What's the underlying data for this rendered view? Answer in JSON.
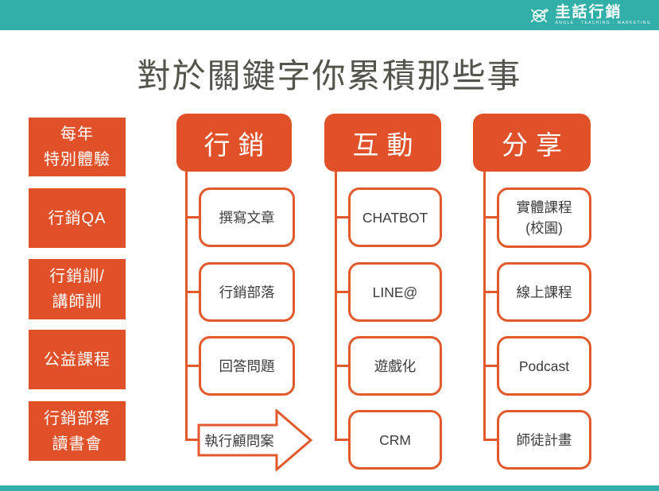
{
  "colors": {
    "teal": "#33AFA9",
    "orange": "#E0512A",
    "orange_line": "#E25A2C",
    "title_text": "#53544B",
    "box_text": "#3C3C3C"
  },
  "logo": {
    "icon": "turtle-icon",
    "name": "圭話行銷",
    "tagline": "ANGLE · TEACHING · MARKETING"
  },
  "title": "對於關鍵字你累積那些事",
  "left_items": [
    {
      "lines": [
        "每年",
        "特別體驗"
      ]
    },
    {
      "lines": [
        "行銷QA"
      ]
    },
    {
      "lines": [
        "行銷訓/",
        "講師訓"
      ]
    },
    {
      "lines": [
        "公益課程"
      ]
    },
    {
      "lines": [
        "行銷部落",
        "讀書會"
      ]
    }
  ],
  "columns": [
    {
      "header": "行銷",
      "items": [
        {
          "type": "box",
          "lines": [
            "撰寫文章"
          ]
        },
        {
          "type": "box",
          "lines": [
            "行銷部落"
          ]
        },
        {
          "type": "box",
          "lines": [
            "回答問題"
          ]
        },
        {
          "type": "arrow",
          "lines": [
            "執行顧問案"
          ]
        }
      ]
    },
    {
      "header": "互動",
      "items": [
        {
          "type": "box",
          "lines": [
            "CHATBOT"
          ]
        },
        {
          "type": "box",
          "lines": [
            "LINE@"
          ]
        },
        {
          "type": "box",
          "lines": [
            "遊戲化"
          ]
        },
        {
          "type": "box",
          "lines": [
            "CRM"
          ]
        }
      ]
    },
    {
      "header": "分享",
      "items": [
        {
          "type": "box",
          "lines": [
            "實體課程",
            "(校園)"
          ]
        },
        {
          "type": "box",
          "lines": [
            "線上課程"
          ]
        },
        {
          "type": "box",
          "lines": [
            "Podcast"
          ]
        },
        {
          "type": "box",
          "lines": [
            "師徒計畫"
          ]
        }
      ]
    }
  ]
}
